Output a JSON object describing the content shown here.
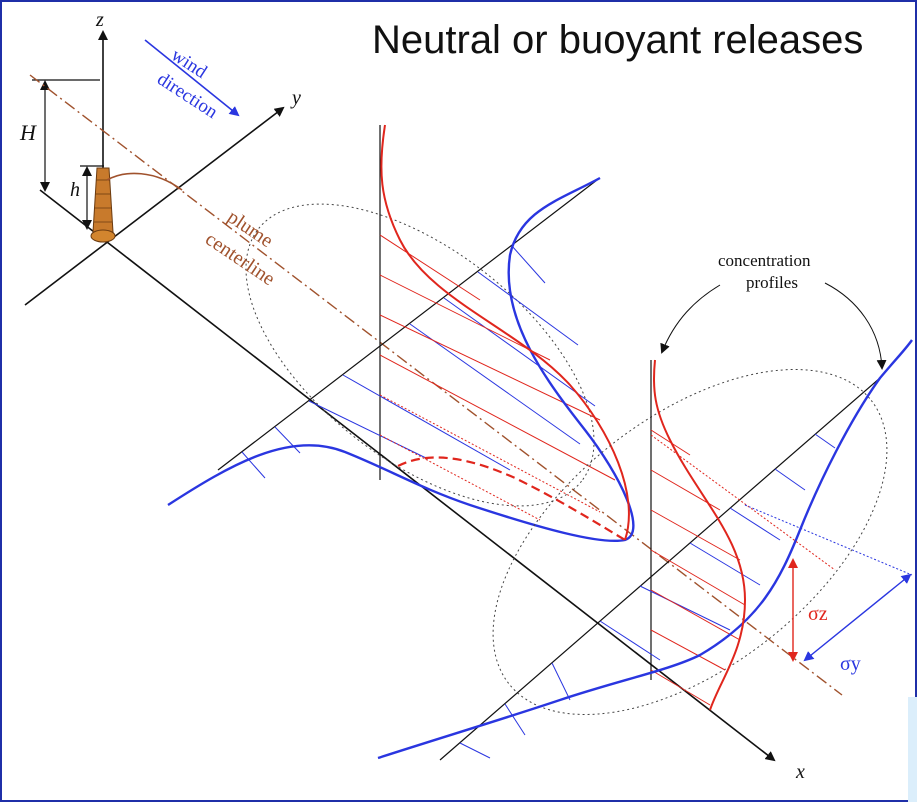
{
  "title": "Neutral or buoyant releases",
  "labels": {
    "axis_z": "z",
    "axis_y": "y",
    "axis_x": "x",
    "wind_line1": "wind",
    "wind_line2": "direction",
    "H": "H",
    "h": "h",
    "plume_line1": "plume",
    "plume_line2": "centerline",
    "conc_line1": "concentration",
    "conc_line2": "profiles",
    "sigma_z": "σz",
    "sigma_y": "σy"
  },
  "colors": {
    "frame": "#1f2fa8",
    "axes": "#111111",
    "plume": "#a0522d",
    "horizontal_profile": "#2a36e0",
    "vertical_profile": "#e0261d",
    "stack": "#c87a2c"
  }
}
